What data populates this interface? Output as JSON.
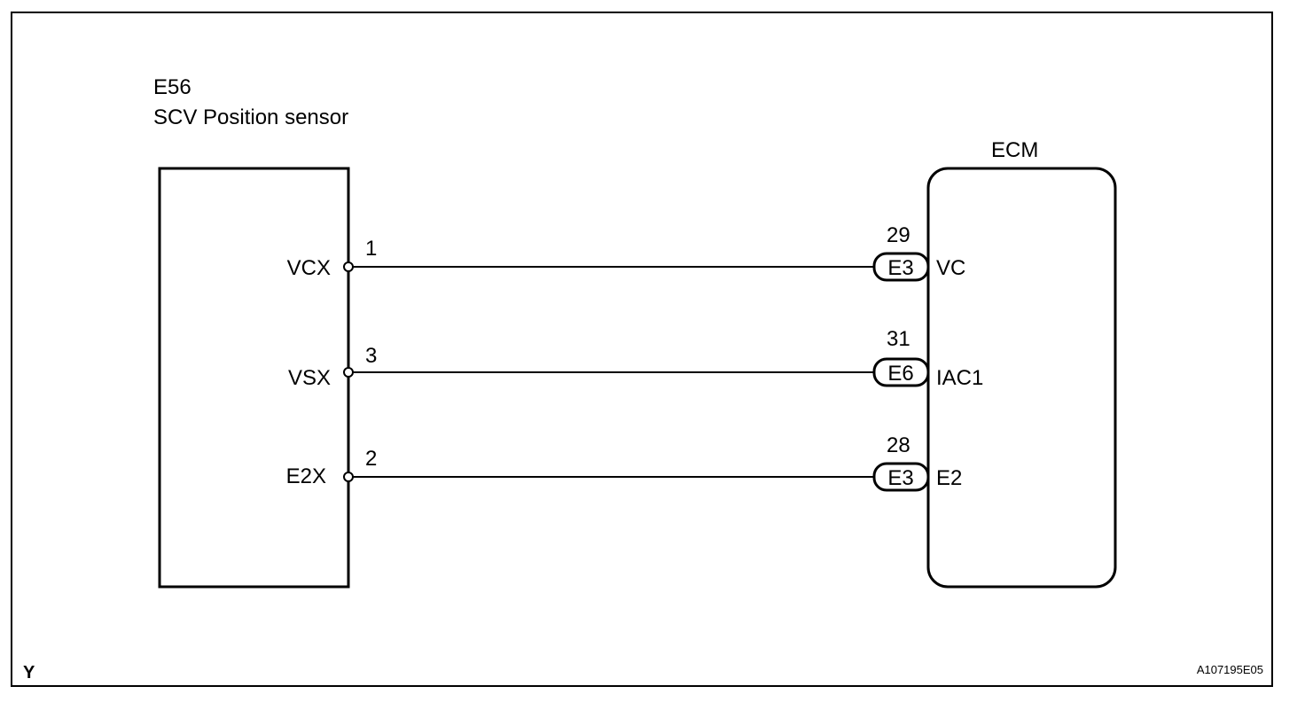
{
  "sensor": {
    "code": "E56",
    "name": "SCV Position sensor",
    "pins": [
      {
        "label": "VCX",
        "number": "1"
      },
      {
        "label": "VSX",
        "number": "3"
      },
      {
        "label": "E2X",
        "number": "2"
      }
    ]
  },
  "ecm": {
    "title": "ECM",
    "terminals": [
      {
        "number": "29",
        "connector": "E3",
        "label": "VC"
      },
      {
        "number": "31",
        "connector": "E6",
        "label": "IAC1"
      },
      {
        "number": "28",
        "connector": "E3",
        "label": "E2"
      }
    ]
  },
  "footer": {
    "left_mark": "Y",
    "figure_id": "A107195E05"
  }
}
